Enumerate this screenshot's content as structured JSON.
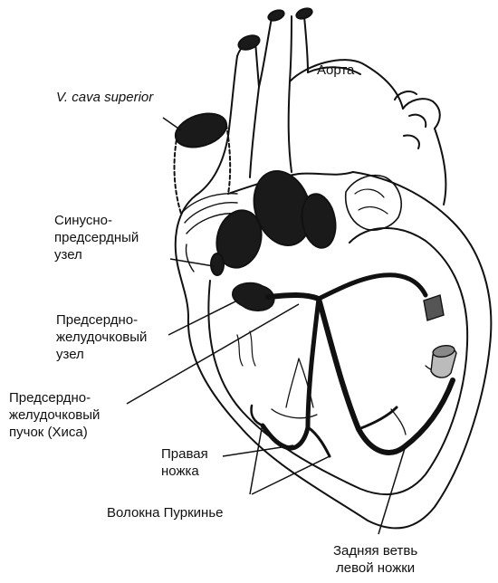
{
  "labels": {
    "vena_cava": "V. cava superior",
    "aorta": "Аорта",
    "sa_node": "Синусно-\nпредсердный\nузел",
    "av_node": "Предсердно-\nжелудочковый\nузел",
    "his_bundle": "Предсердно-\nжелудочковый\nпучок (Хиса)",
    "right_bundle": "Правая\nножка",
    "purkinje": "Волокна Пуркинье",
    "left_posterior": "Задняя ветвь\nлевой ножки"
  },
  "colors": {
    "line": "#111111",
    "background": "#ffffff",
    "fill_dark": "#1a1a1a",
    "fill_mid": "#555555"
  }
}
